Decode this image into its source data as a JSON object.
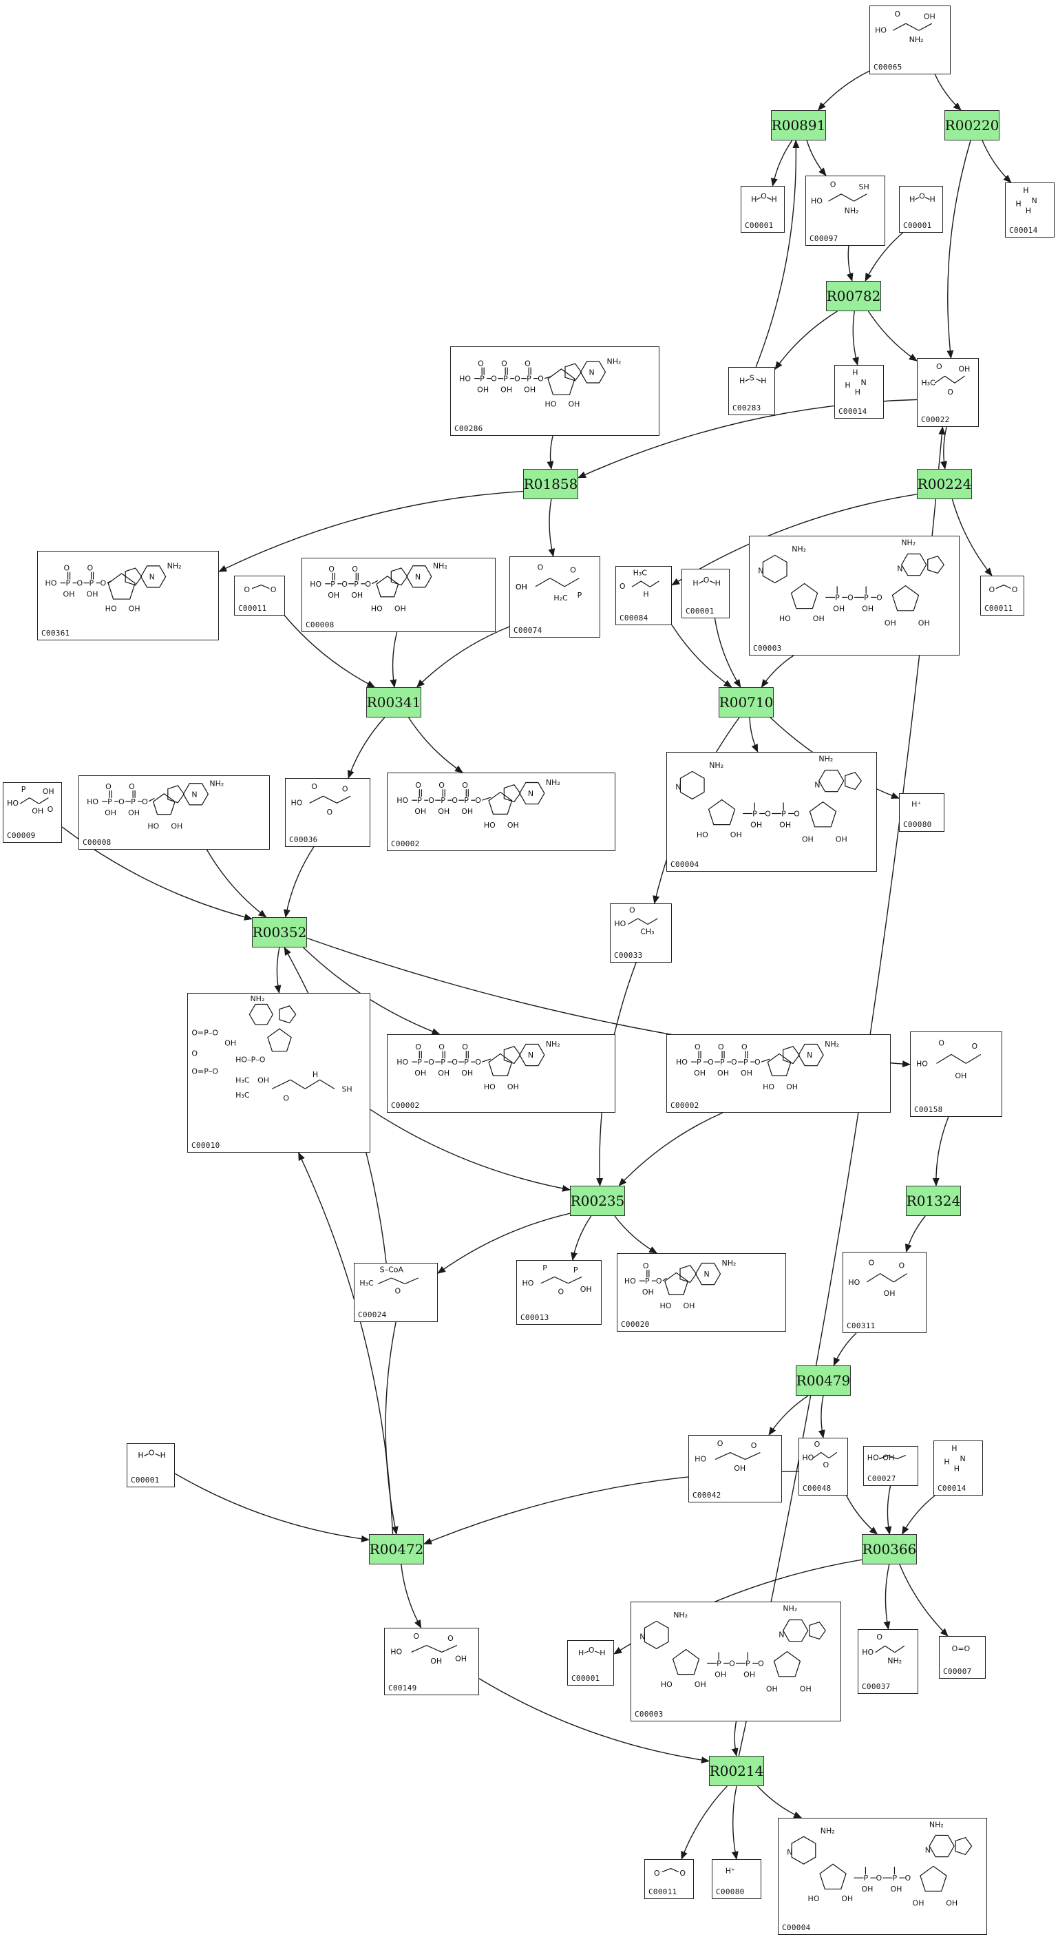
{
  "diagram": {
    "compounds": {
      "C00065": {
        "id": "C00065",
        "formula": "HO-C(=O)-CH(NH2)-CH2-OH",
        "labels": [
          "HO",
          "O",
          "NH₂",
          "OH"
        ]
      },
      "C00001": {
        "id": "C00001",
        "labels": [
          "H",
          "O",
          "H"
        ]
      },
      "C00097": {
        "id": "C00097",
        "labels": [
          "HO",
          "O",
          "NH₂",
          "SH"
        ]
      },
      "C00014": {
        "id": "C00014",
        "labels": [
          "H",
          "N",
          "H",
          "H"
        ]
      },
      "C00283": {
        "id": "C00283",
        "labels": [
          "H",
          "S",
          "H"
        ]
      },
      "C00022": {
        "id": "C00022",
        "labels": [
          "H₃C",
          "O",
          "O",
          "OH"
        ]
      },
      "C00286": {
        "id": "C00286",
        "labels": [
          "HO",
          "P",
          "O",
          "P",
          "O",
          "P",
          "O",
          "OH",
          "N",
          "NH₂"
        ]
      },
      "C00361": {
        "id": "C00361",
        "labels": [
          "HO",
          "P",
          "O",
          "P",
          "OH",
          "NH₂"
        ]
      },
      "C00011": {
        "id": "C00011",
        "labels": [
          "O",
          "C",
          "O"
        ]
      },
      "C00008": {
        "id": "C00008",
        "labels": [
          "HO",
          "P",
          "O",
          "P",
          "OH",
          "NH₂"
        ]
      },
      "C00074": {
        "id": "C00074",
        "labels": [
          "OH",
          "O",
          "H₂C",
          "O",
          "P",
          "OH"
        ]
      },
      "C00084": {
        "id": "C00084",
        "labels": [
          "O",
          "H₃C",
          "H"
        ]
      },
      "C00003": {
        "id": "C00003",
        "labels": [
          "NH₂",
          "N",
          "NH₂",
          "OH",
          "OH"
        ]
      },
      "C00036": {
        "id": "C00036",
        "labels": [
          "HO",
          "O",
          "O",
          "O"
        ]
      },
      "C00002": {
        "id": "C00002",
        "labels": [
          "HO",
          "P",
          "O",
          "P",
          "O",
          "P",
          "OH",
          "NH₂"
        ]
      },
      "C00009": {
        "id": "C00009",
        "labels": [
          "HO",
          "P",
          "OH",
          "OH",
          "O"
        ]
      },
      "C00004": {
        "id": "C00004",
        "labels": [
          "NH₂",
          "N",
          "NH₂",
          "OH",
          "OH"
        ]
      },
      "C00080": {
        "id": "C00080",
        "labels": [
          "H⁺"
        ]
      },
      "C00033": {
        "id": "C00033",
        "labels": [
          "HO",
          "O",
          "CH₃"
        ]
      },
      "C00010": {
        "id": "C00010",
        "labels": [
          "NH₂",
          "OH",
          "H₃C",
          "SH"
        ]
      },
      "C00158": {
        "id": "C00158",
        "labels": [
          "HO",
          "O",
          "OH",
          "O"
        ]
      },
      "C00024": {
        "id": "C00024",
        "labels": [
          "H₃C",
          "S–CoA",
          "O"
        ]
      },
      "C00013": {
        "id": "C00013",
        "labels": [
          "HO",
          "P",
          "O",
          "P",
          "OH"
        ]
      },
      "C00020": {
        "id": "C00020",
        "labels": [
          "HO",
          "P",
          "O",
          "NH₂"
        ]
      },
      "C00311": {
        "id": "C00311",
        "labels": [
          "HO",
          "O",
          "OH",
          "O"
        ]
      },
      "C00042": {
        "id": "C00042",
        "labels": [
          "HO",
          "O",
          "OH",
          "O"
        ]
      },
      "C00048": {
        "id": "C00048",
        "labels": [
          "HO",
          "O",
          "O"
        ]
      },
      "C00027": {
        "id": "C00027",
        "labels": [
          "HO–OH"
        ]
      },
      "C00037": {
        "id": "C00037",
        "labels": [
          "HO",
          "O",
          "NH₂"
        ]
      },
      "C00007": {
        "id": "C00007",
        "labels": [
          "O=O"
        ]
      },
      "C00149": {
        "id": "C00149",
        "labels": [
          "HO",
          "O",
          "OH",
          "O",
          "OH"
        ]
      }
    },
    "reactions": {
      "R00891": "R00891",
      "R00220": "R00220",
      "R00782": "R00782",
      "R01858": "R01858",
      "R00224": "R00224",
      "R00341": "R00341",
      "R00710": "R00710",
      "R00352": "R00352",
      "R00235": "R00235",
      "R01324": "R01324",
      "R00479": "R00479",
      "R00472": "R00472",
      "R00366": "R00366",
      "R00214": "R00214"
    },
    "colors": {
      "reaction_fill": "#99ee99",
      "border": "#222222",
      "edge": "#1a1a1a"
    },
    "edges": [
      [
        "C00065a",
        "R00891"
      ],
      [
        "C00065a",
        "R00220"
      ],
      [
        "R00891",
        "C00001a"
      ],
      [
        "R00891",
        "C00097a"
      ],
      [
        "C00097a",
        "R00782"
      ],
      [
        "C00001b",
        "R00782"
      ],
      [
        "R00220",
        "C00014a"
      ],
      [
        "R00220",
        "C00022a"
      ],
      [
        "R00782",
        "C00283a"
      ],
      [
        "R00782",
        "C00014b"
      ],
      [
        "R00782",
        "C00022a"
      ],
      [
        "C00283a",
        "R00891"
      ],
      [
        "C00022a",
        "R00224"
      ],
      [
        "C00022a",
        "R01858"
      ],
      [
        "C00286a",
        "R01858"
      ],
      [
        "R01858",
        "C00361a"
      ],
      [
        "R01858",
        "C00074a"
      ],
      [
        "R00224",
        "C00084a"
      ],
      [
        "R00224",
        "C00011a"
      ],
      [
        "C00011b",
        "R00341"
      ],
      [
        "C00008a",
        "R00341"
      ],
      [
        "C00074a",
        "R00341"
      ],
      [
        "C00084a",
        "R00710"
      ],
      [
        "C00001c",
        "R00710"
      ],
      [
        "C00003a",
        "R00710"
      ],
      [
        "R00341",
        "C00036a"
      ],
      [
        "R00341",
        "C00002a"
      ],
      [
        "R00710",
        "C00004a"
      ],
      [
        "R00710",
        "C00080a"
      ],
      [
        "R00710",
        "C00033a"
      ],
      [
        "C00009a",
        "R00352"
      ],
      [
        "C00008b",
        "R00352"
      ],
      [
        "C00036a",
        "R00352"
      ],
      [
        "R00352",
        "C00010a"
      ],
      [
        "R00352",
        "C00002b"
      ],
      [
        "R00352",
        "C00158a"
      ],
      [
        "C00010a",
        "R00235"
      ],
      [
        "C00033a",
        "R00235"
      ],
      [
        "C00002c",
        "R00235"
      ],
      [
        "R00235",
        "C00024a"
      ],
      [
        "R00235",
        "C00013a"
      ],
      [
        "R00235",
        "C00020a"
      ],
      [
        "C00024a",
        "R00352"
      ],
      [
        "C00158a",
        "R01324"
      ],
      [
        "R01324",
        "C00311a"
      ],
      [
        "C00311a",
        "R00479"
      ],
      [
        "R00479",
        "C00042a"
      ],
      [
        "R00479",
        "C00048a"
      ],
      [
        "C00048a",
        "R00366"
      ],
      [
        "C00027a",
        "R00366"
      ],
      [
        "C00014c",
        "R00366"
      ],
      [
        "C00048a",
        "R00472"
      ],
      [
        "C00001d",
        "R00472"
      ],
      [
        "C00024a",
        "R00472"
      ],
      [
        "R00472",
        "C00010a"
      ],
      [
        "R00472",
        "C00149a"
      ],
      [
        "R00366",
        "C00001e"
      ],
      [
        "R00366",
        "C00037a"
      ],
      [
        "R00366",
        "C00007a"
      ],
      [
        "C00149a",
        "R00214"
      ],
      [
        "C00003b",
        "R00214"
      ],
      [
        "R00214",
        "C00011c"
      ],
      [
        "R00214",
        "C00080b"
      ],
      [
        "R00214",
        "C00004b"
      ],
      [
        "R00214",
        "C00022a"
      ]
    ]
  }
}
